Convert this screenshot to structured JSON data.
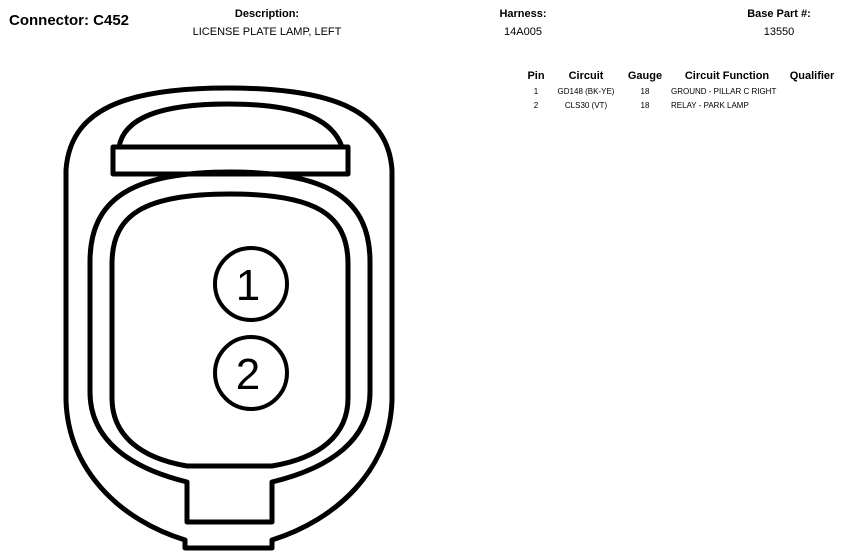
{
  "connector": {
    "title": "Connector: C452"
  },
  "header": {
    "description_label": "Description:",
    "description_value": "LICENSE PLATE LAMP, LEFT",
    "harness_label": "Harness:",
    "harness_value": "14A005",
    "base_part_label": "Base Part #:",
    "base_part_value": "13550"
  },
  "pin_table": {
    "columns": [
      "Pin",
      "Circuit",
      "Gauge",
      "Circuit Function",
      "Qualifier"
    ],
    "rows": [
      {
        "pin": "1",
        "circuit": "GD148 (BK-YE)",
        "gauge": "18",
        "function": "GROUND - PILLAR C RIGHT",
        "qualifier": ""
      },
      {
        "pin": "2",
        "circuit": "CLS30 (VT)",
        "gauge": "18",
        "function": "RELAY - PARK LAMP",
        "qualifier": ""
      }
    ]
  },
  "diagram": {
    "pin_labels": [
      "1",
      "2"
    ]
  }
}
